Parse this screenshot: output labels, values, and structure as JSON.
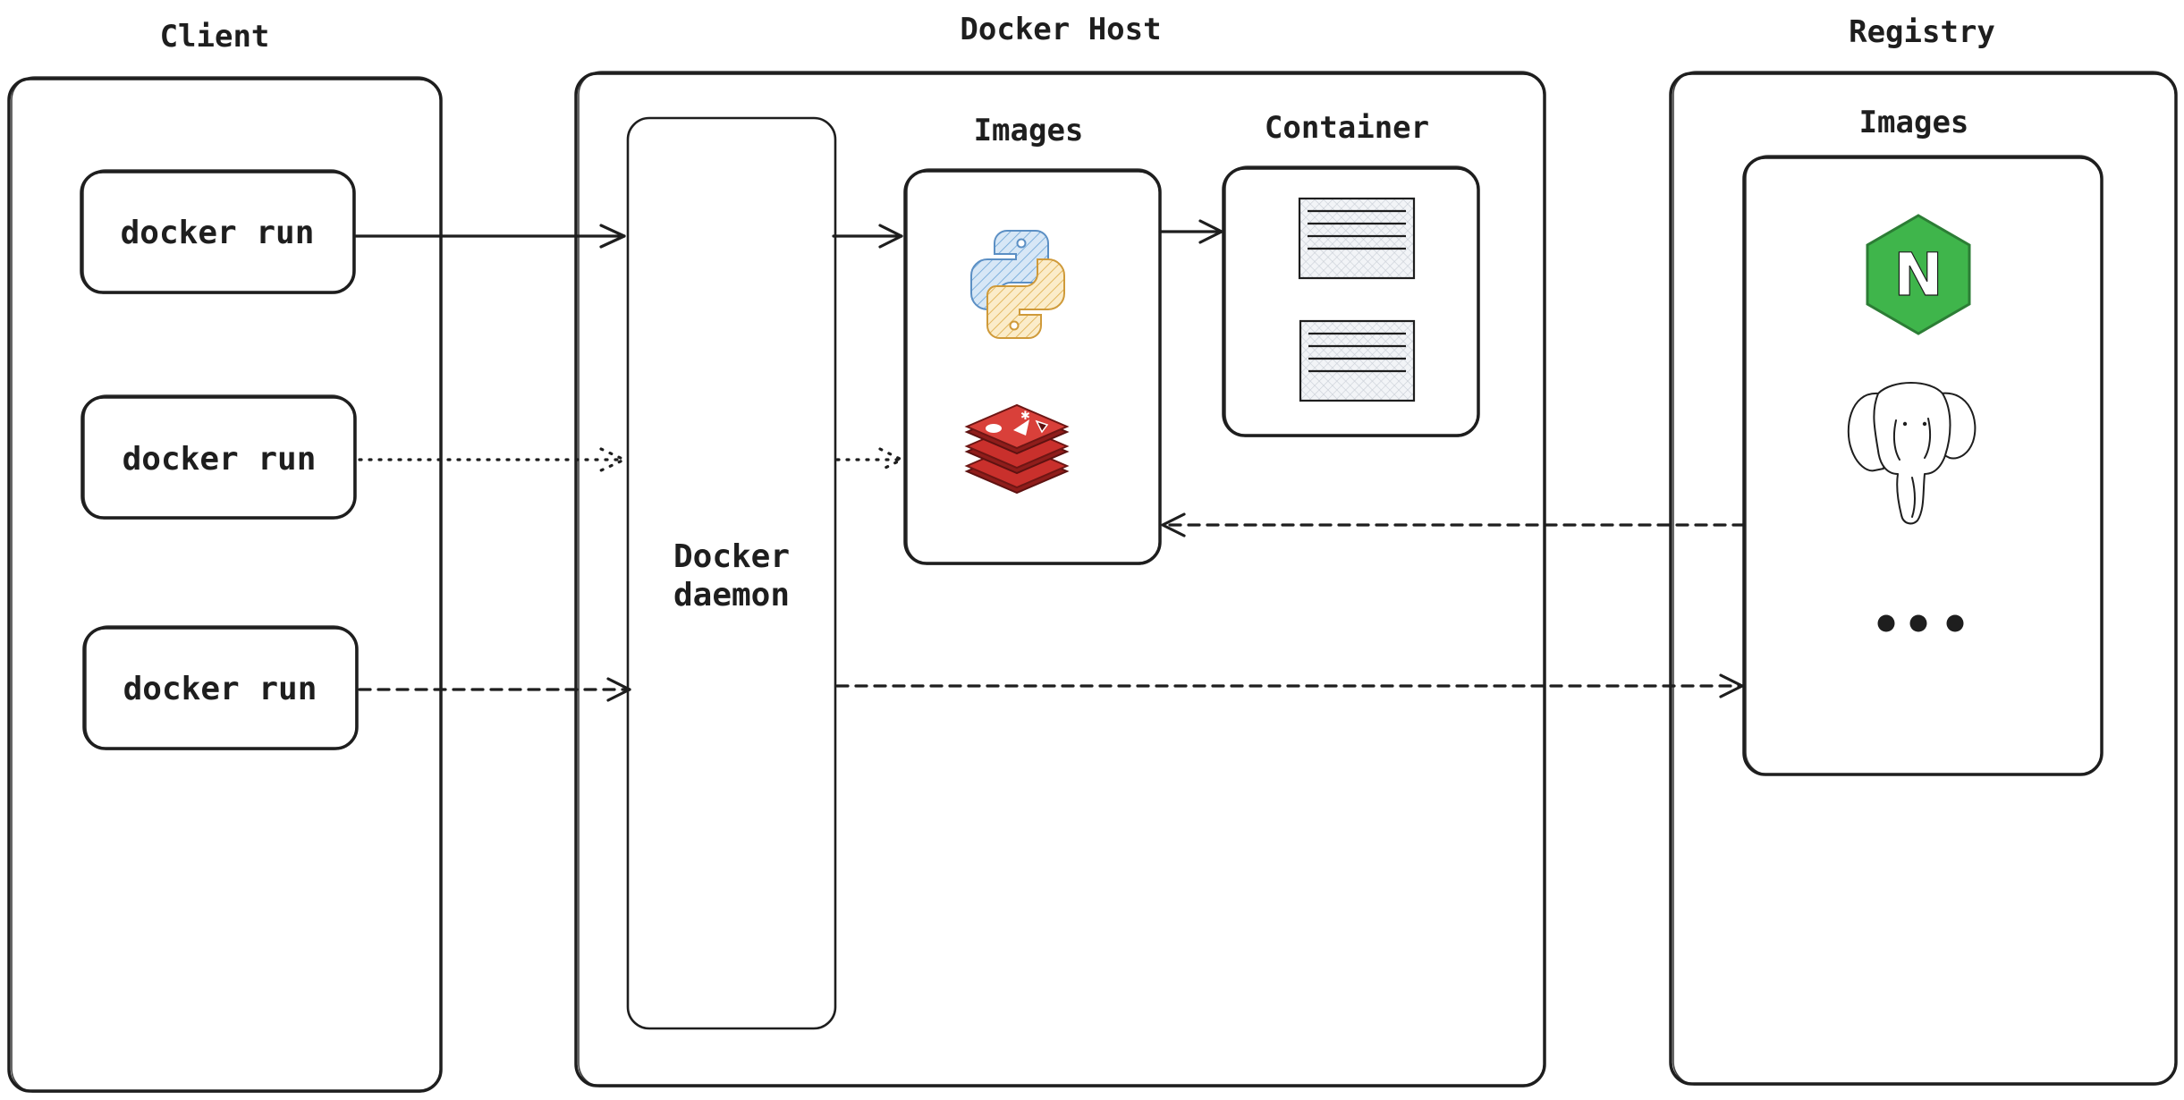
{
  "sections": {
    "client": "Client",
    "host": "Docker Host",
    "registry": "Registry"
  },
  "client": {
    "commands": [
      "docker run",
      "docker run",
      "docker run"
    ]
  },
  "host": {
    "daemon_line1": "Docker",
    "daemon_line2": "daemon",
    "images_title": "Images",
    "container_title": "Container"
  },
  "registry": {
    "images_title": "Images",
    "nginx_letter": "N"
  },
  "icons": [
    "python-icon",
    "redis-icon",
    "container-icon",
    "nginx-icon",
    "postgresql-icon",
    "ellipsis-icon"
  ],
  "colors": {
    "stroke": "#1e1e1e",
    "python_blue": "#a5c8ec",
    "python_yellow": "#f2d59a",
    "redis_red": "#c9302c",
    "nginx_green": "#3fb54b",
    "container_fill": "#eef1f5"
  }
}
